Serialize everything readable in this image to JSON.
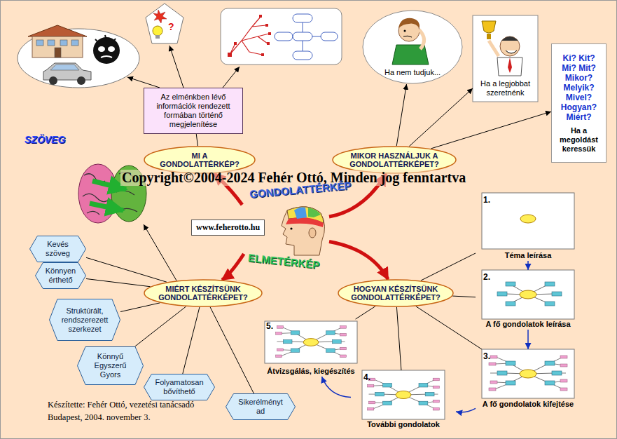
{
  "diagram": {
    "nodes": [
      {
        "text": [
          "Az elménkben lévő információk rendezett formában történő megjelenítése"
        ]
      },
      {
        "text": [
          "Ha nem tudjuk..."
        ]
      },
      {
        "text": [
          "Ha a legjobbat szeretnénk"
        ]
      },
      {
        "text": [
          "Ki? Kit? Mi? Mit? Mikor? Melyik? Mivel? Hogyan? Miért?",
          "Ha a megoldást keressük"
        ]
      },
      {
        "text": [
          "MI A GONDOLATTÉRKÉP?"
        ]
      },
      {
        "text": [
          "MIKOR HASZNÁLJUK A GONDOLATTÉRKÉPET?"
        ]
      },
      {
        "text": [
          "1.",
          "Téma leírása"
        ]
      },
      {
        "text": [
          "www.feherotto.hu"
        ]
      },
      {
        "text": [
          "Kevés szöveg"
        ]
      },
      {
        "text": [
          "Könnyen érthető"
        ]
      },
      {
        "text": [
          "MIÉRT KÉSZÍTSÜNK GONDOLATTÉRKÉPET?"
        ]
      },
      {
        "text": [
          "HOGYAN KÉSZÍTSÜNK GONDOLATTÉRKÉPET?"
        ]
      },
      {
        "text": [
          "2.",
          "A fő gondolatok leírása"
        ]
      },
      {
        "text": [
          "Struktúrált, rendszerezett szerkezet"
        ]
      },
      {
        "text": [
          "5.",
          "Átvizsgálás, kiegészítés"
        ]
      },
      {
        "text": [
          "Könnyű Egyszerű Gyors"
        ]
      },
      {
        "text": [
          "3.",
          "A fő gondolatok kifejtése"
        ]
      },
      {
        "text": [
          "Folyamatosan bővíthető"
        ]
      },
      {
        "text": [
          "4.",
          "További gondolatok"
        ]
      },
      {
        "text": [
          "Sikerélményt ad"
        ]
      }
    ],
    "edges": [
      {
        "from": 4,
        "to": 0,
        "arrow": "none"
      },
      {
        "from": 5,
        "to": 1,
        "arrow": "to"
      },
      {
        "from": 5,
        "to": 2,
        "arrow": "to"
      },
      {
        "from": 5,
        "to": 3,
        "arrow": "to"
      },
      {
        "from": 7,
        "to": 4,
        "arrow": "to"
      },
      {
        "from": 7,
        "to": 5,
        "arrow": "to"
      },
      {
        "from": 7,
        "to": 10,
        "arrow": "to"
      },
      {
        "from": 7,
        "to": 11,
        "arrow": "to"
      },
      {
        "from": 10,
        "to": 8,
        "arrow": "none"
      },
      {
        "from": 10,
        "to": 9,
        "arrow": "none"
      },
      {
        "from": 10,
        "to": 13,
        "arrow": "none"
      },
      {
        "from": 10,
        "to": 15,
        "arrow": "none"
      },
      {
        "from": 10,
        "to": 17,
        "arrow": "none"
      },
      {
        "from": 10,
        "to": 19,
        "arrow": "none"
      },
      {
        "from": 11,
        "to": 6,
        "arrow": "none"
      },
      {
        "from": 11,
        "to": 12,
        "arrow": "none"
      },
      {
        "from": 11,
        "to": 16,
        "arrow": "none"
      },
      {
        "from": 11,
        "to": 18,
        "arrow": "none"
      },
      {
        "from": 11,
        "to": 14,
        "arrow": "none"
      },
      {
        "from": 6,
        "to": 12,
        "arrow": "to"
      },
      {
        "from": 12,
        "to": 16,
        "arrow": "to"
      },
      {
        "from": 16,
        "to": 18,
        "arrow": "to"
      },
      {
        "from": 18,
        "to": 14,
        "arrow": "to"
      }
    ],
    "labels": [
      "?",
      "SZÖVEG",
      "Copyright©2004-2024 Fehér Ottó, Minden jog fenntartva",
      "GONDOLATTÉRKÉP",
      "ELMETÉRKÉP",
      "Készítette: Fehér Ottó, vezetési tanácsadó",
      "Budapest, 2004. november 3."
    ]
  }
}
